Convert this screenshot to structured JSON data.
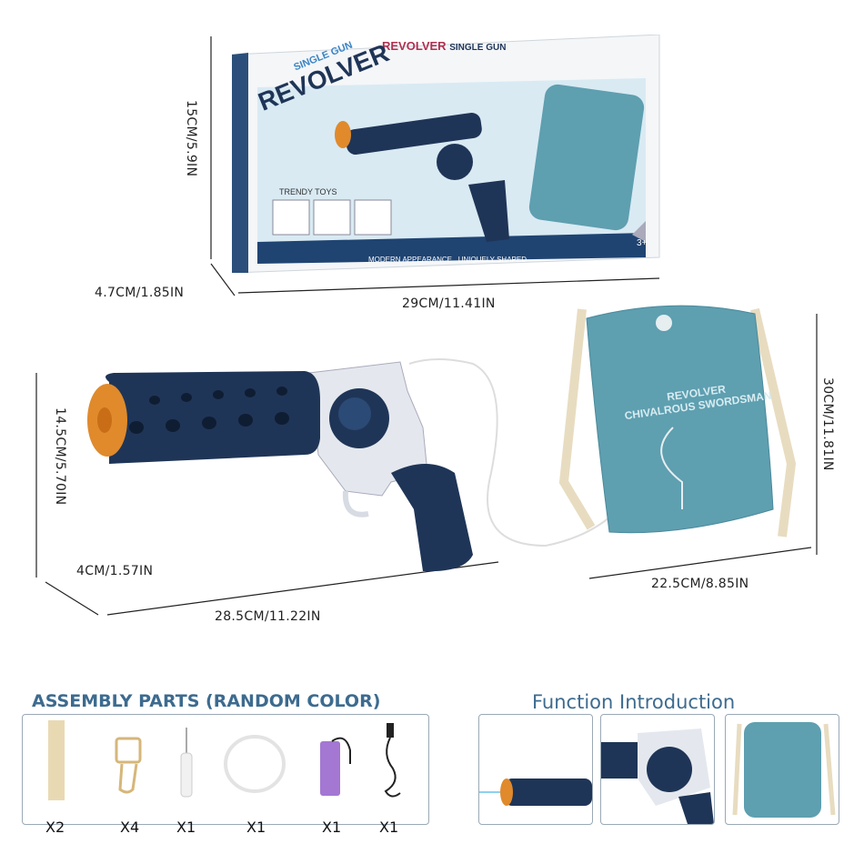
{
  "box": {
    "top_title": "REVOLVER",
    "top_subtitle": "SINGLE GUN",
    "logo_small": "SINGLE GUN",
    "logo_big": "REVOLVER",
    "trendy": "TRENDY TOYS",
    "feature_1": "MODERN APPEARANCE",
    "feature_2": "UNIQUELY SHAPED",
    "age": "3+"
  },
  "dimensions": {
    "box_height": "15CM/5.9IN",
    "box_depth": "4.7CM/1.85IN",
    "box_width": "29CM/11.41IN",
    "gun_height": "14.5CM/5.70IN",
    "gun_depth": "4CM/1.57IN",
    "gun_length": "28.5CM/11.22IN",
    "bag_height": "30CM/11.81IN",
    "bag_width": "22.5CM/8.85IN"
  },
  "bag": {
    "line1": "REVOLVER",
    "line2": "CHIVALROUS SWORDSMAN"
  },
  "assembly": {
    "title": "ASSEMBLY PARTS (RANDOM COLOR)",
    "parts": [
      {
        "icon": "strap-icon",
        "qty": "X2"
      },
      {
        "icon": "buckle-icon",
        "qty": "X4"
      },
      {
        "icon": "screwdriver-icon",
        "qty": "X1"
      },
      {
        "icon": "tube-icon",
        "qty": "X1"
      },
      {
        "icon": "battery-icon",
        "qty": "X1"
      },
      {
        "icon": "usb-cable-icon",
        "qty": "X1"
      }
    ]
  },
  "function": {
    "title": "Function Introduction"
  },
  "colors": {
    "navy": "#1f3557",
    "orange": "#e08a2c",
    "bag": "#5e9fb0",
    "header": "#3d6b8f"
  }
}
